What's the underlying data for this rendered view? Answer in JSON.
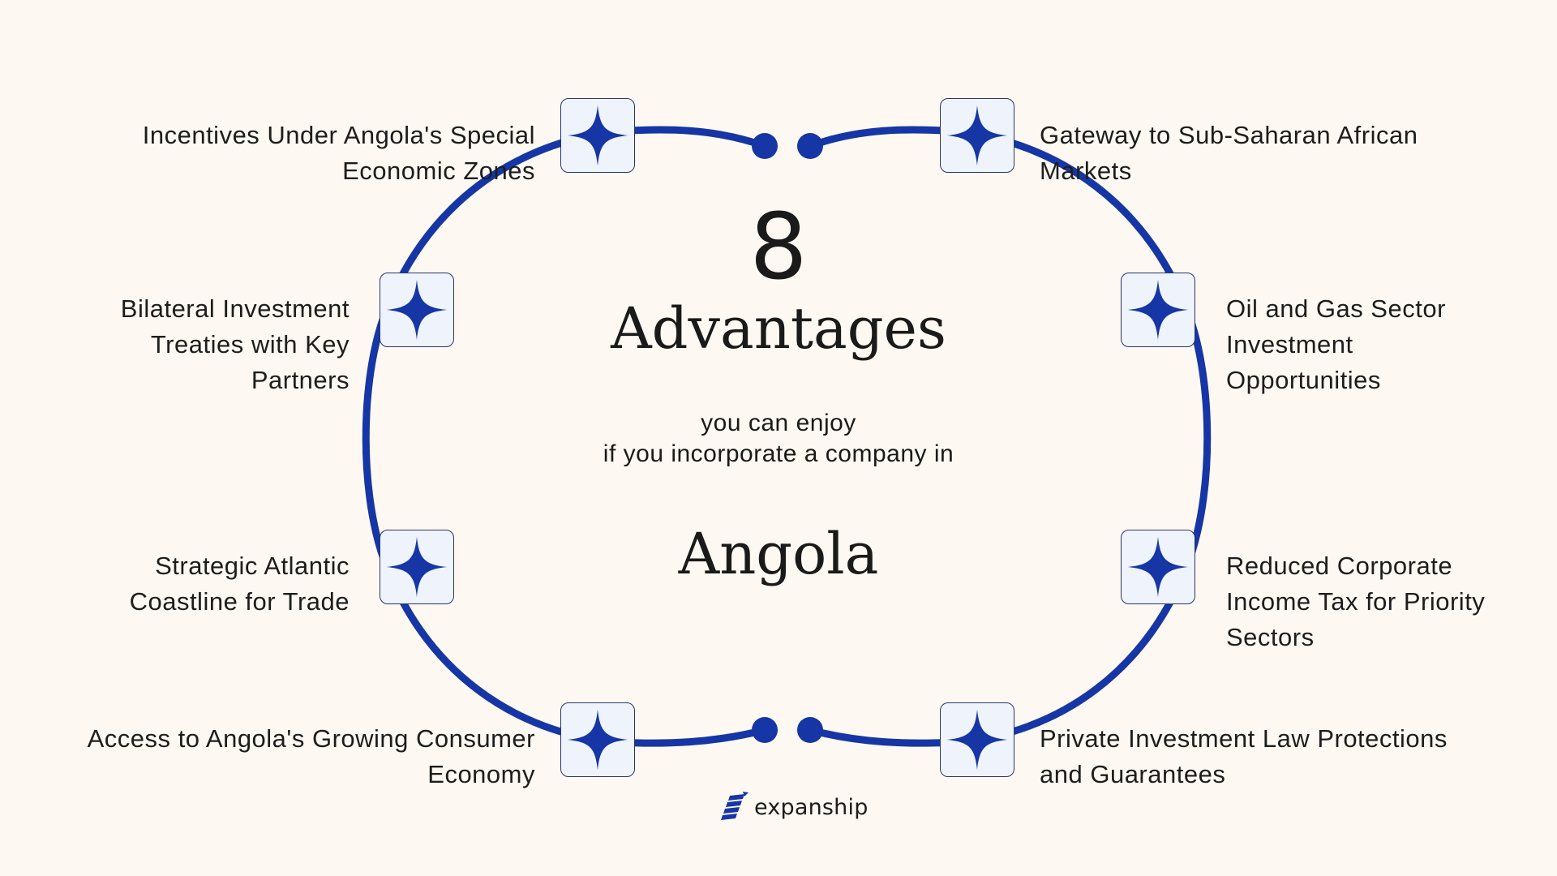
{
  "theme": {
    "background": "#fdf9f2",
    "accent": "#1636a6",
    "box_fill": "#eef3fc",
    "box_border": "#2a3566",
    "text": "#1d1d1d"
  },
  "center": {
    "count": "8",
    "heading": "Advantages",
    "subtitle_line1": "you can enjoy",
    "subtitle_line2": "if you incorporate a company in",
    "country": "Angola"
  },
  "advantages": [
    {
      "position": "top-left",
      "icon": "four-point-star-icon",
      "lines": [
        "Incentives Under Angola's Special",
        "Economic Zones"
      ]
    },
    {
      "position": "top-right",
      "icon": "four-point-star-icon",
      "lines": [
        "Gateway to Sub-Saharan African",
        "Markets"
      ]
    },
    {
      "position": "mid-left",
      "icon": "four-point-star-icon",
      "lines": [
        "Bilateral Investment",
        "Treaties with Key",
        "Partners"
      ]
    },
    {
      "position": "mid-right",
      "icon": "four-point-star-icon",
      "lines": [
        "Oil and Gas Sector",
        "Investment",
        "Opportunities"
      ]
    },
    {
      "position": "low-left",
      "icon": "four-point-star-icon",
      "lines": [
        "Strategic Atlantic",
        "Coastline for Trade"
      ]
    },
    {
      "position": "low-right",
      "icon": "four-point-star-icon",
      "lines": [
        "Reduced Corporate",
        "Income Tax for Priority",
        "Sectors"
      ]
    },
    {
      "position": "bottom-left",
      "icon": "four-point-star-icon",
      "lines": [
        "Access to Angola's Growing Consumer",
        "Economy"
      ]
    },
    {
      "position": "bottom-right",
      "icon": "four-point-star-icon",
      "lines": [
        "Private Investment Law Protections",
        "and Guarantees"
      ]
    }
  ],
  "brand": {
    "name": "expanship",
    "icon": "expanship-logo-icon"
  }
}
